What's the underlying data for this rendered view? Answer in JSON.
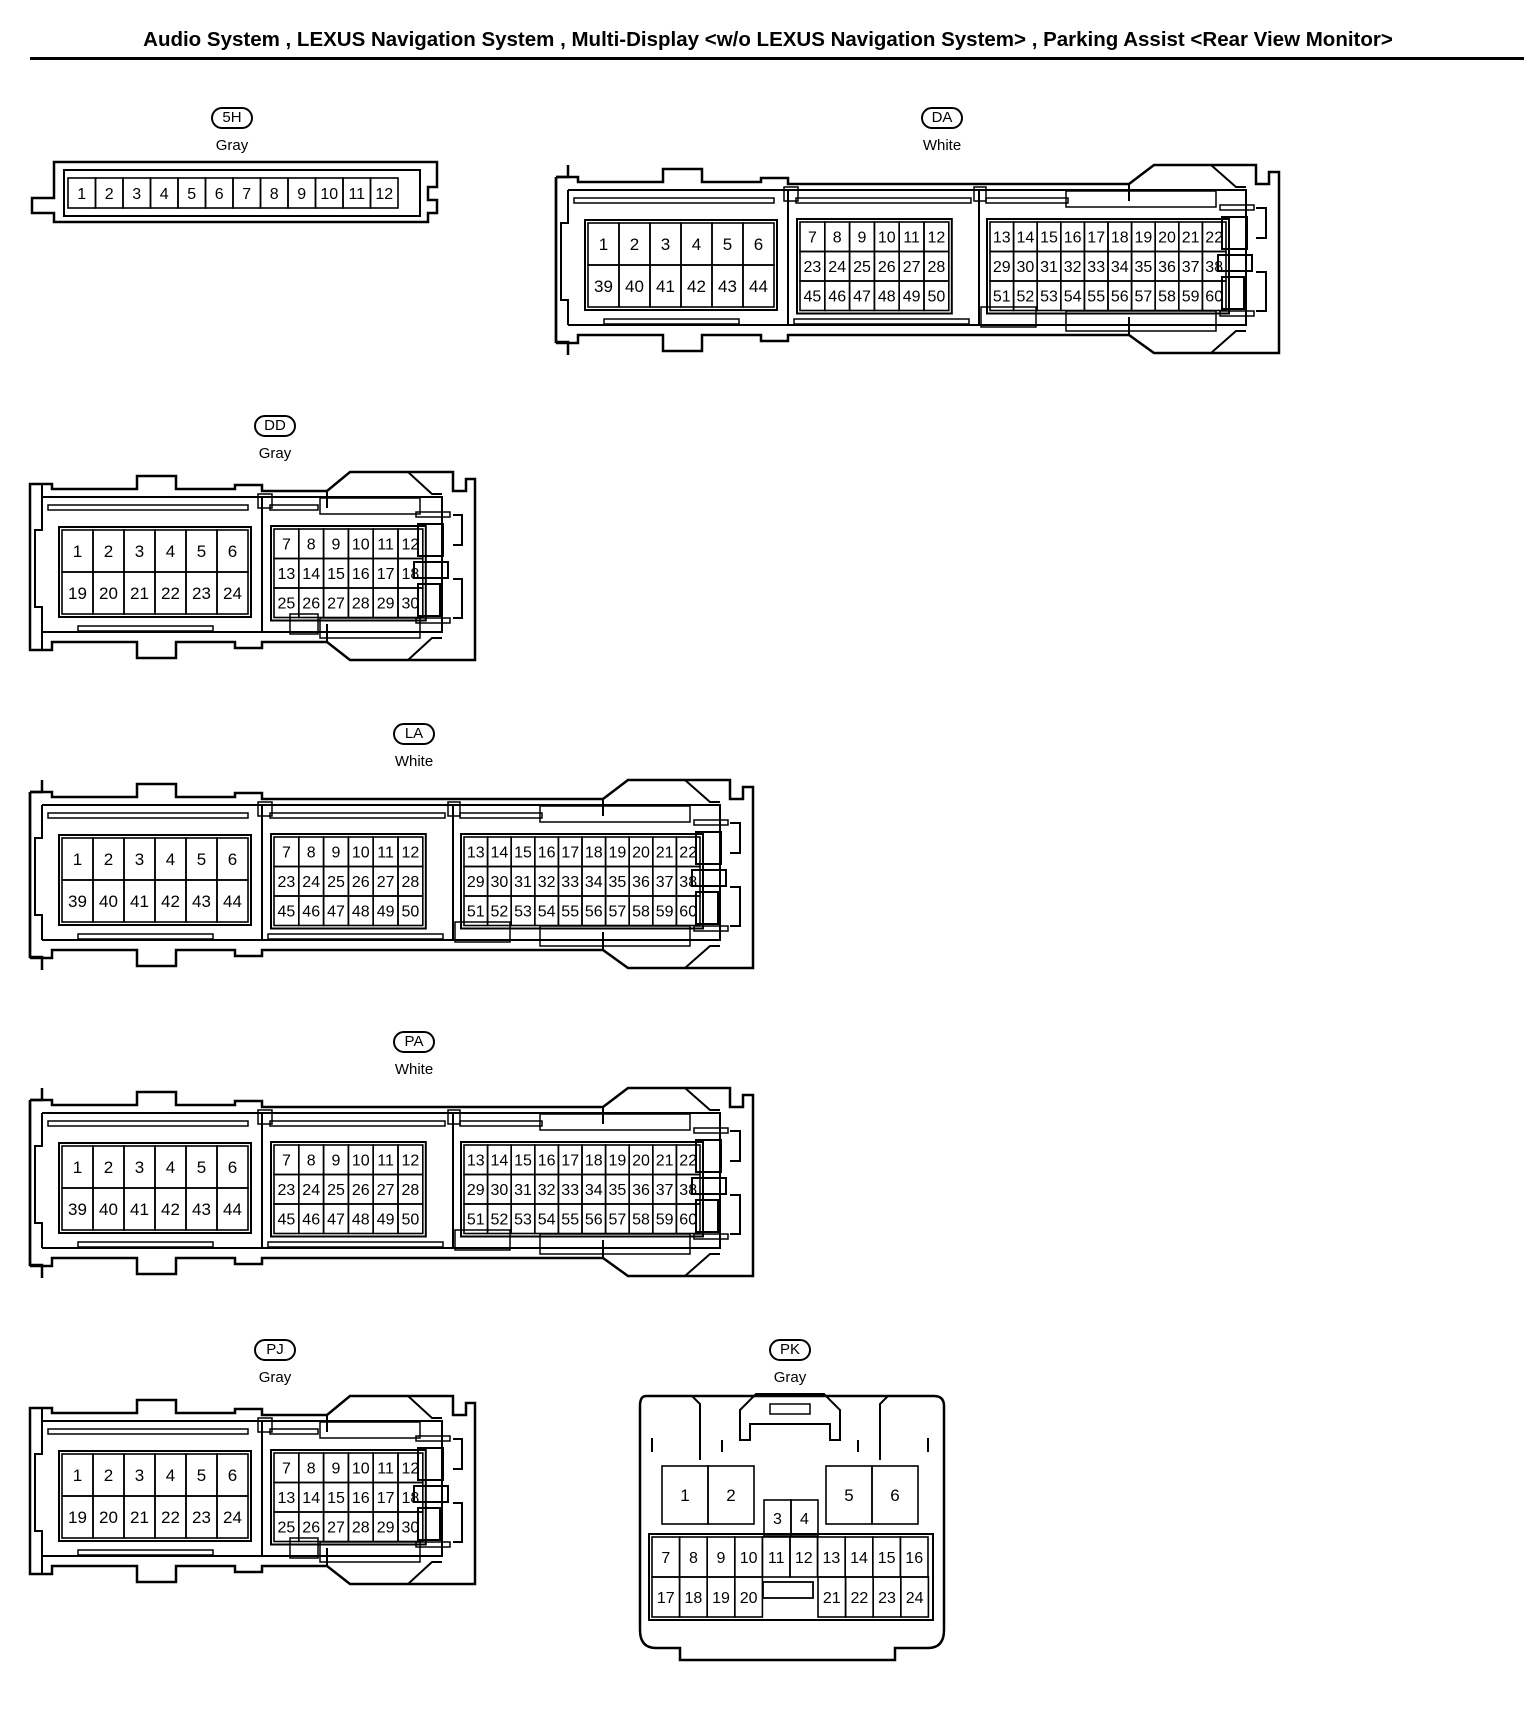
{
  "title": "Audio System , LEXUS Navigation System , Multi-Display <w/o LEXUS Navigation System> , Parking Assist <Rear View Monitor>",
  "connectors": {
    "c5h": {
      "code": "5H",
      "color": "Gray",
      "pins": [
        "1",
        "2",
        "3",
        "4",
        "5",
        "6",
        "7",
        "8",
        "9",
        "10",
        "11",
        "12"
      ]
    },
    "da": {
      "code": "DA",
      "color": "White"
    },
    "dd": {
      "code": "DD",
      "color": "Gray"
    },
    "la": {
      "code": "LA",
      "color": "White"
    },
    "pa": {
      "code": "PA",
      "color": "White"
    },
    "pj": {
      "code": "PJ",
      "color": "Gray"
    },
    "pk": {
      "code": "PK",
      "color": "Gray"
    }
  },
  "layouts": {
    "large60": {
      "blockA": [
        [
          "1",
          "2",
          "3",
          "4",
          "5",
          "6"
        ],
        [
          "39",
          "40",
          "41",
          "42",
          "43",
          "44"
        ]
      ],
      "blockB": [
        [
          "7",
          "8",
          "9",
          "10",
          "11",
          "12"
        ],
        [
          "23",
          "24",
          "25",
          "26",
          "27",
          "28"
        ],
        [
          "45",
          "46",
          "47",
          "48",
          "49",
          "50"
        ]
      ],
      "blockC": [
        [
          "13",
          "14",
          "15",
          "16",
          "17",
          "18",
          "19",
          "20",
          "21",
          "22"
        ],
        [
          "29",
          "30",
          "31",
          "32",
          "33",
          "34",
          "35",
          "36",
          "37",
          "38"
        ],
        [
          "51",
          "52",
          "53",
          "54",
          "55",
          "56",
          "57",
          "58",
          "59",
          "60"
        ]
      ]
    },
    "medium30": {
      "blockA": [
        [
          "1",
          "2",
          "3",
          "4",
          "5",
          "6"
        ],
        [
          "19",
          "20",
          "21",
          "22",
          "23",
          "24"
        ]
      ],
      "blockB": [
        [
          "7",
          "8",
          "9",
          "10",
          "11",
          "12"
        ],
        [
          "13",
          "14",
          "15",
          "16",
          "17",
          "18"
        ],
        [
          "25",
          "26",
          "27",
          "28",
          "29",
          "30"
        ]
      ]
    },
    "pk24": {
      "top_left": [
        "1",
        "2"
      ],
      "top_right": [
        "5",
        "6"
      ],
      "middle": [
        "3",
        "4"
      ],
      "row1": [
        "7",
        "8",
        "9",
        "10",
        "11",
        "12",
        "13",
        "14",
        "15",
        "16"
      ],
      "row2_left": [
        "17",
        "18",
        "19",
        "20"
      ],
      "row2_right": [
        "21",
        "22",
        "23",
        "24"
      ]
    }
  }
}
